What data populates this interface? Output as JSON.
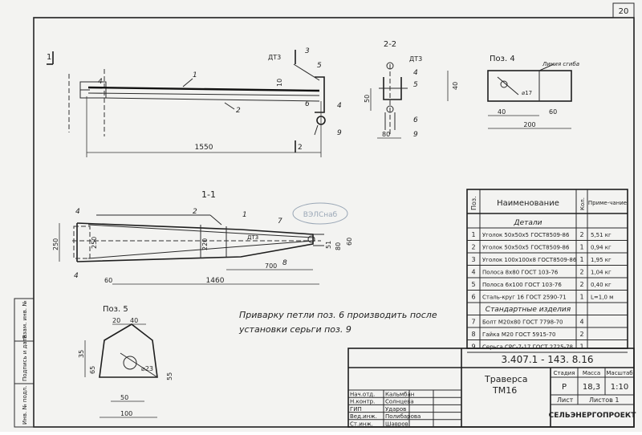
{
  "sheet": {
    "page_number": "20",
    "main_view_label": "1",
    "section_1_1": "1-1",
    "section_2_2": "2-2",
    "pos4_title": "Поз. 4",
    "pos5_title": "Поз. 5",
    "note_line1": "Приварку петли поз. 6 производить после",
    "note_line2": "установки серьги поз. 9",
    "watermark": "ВЭЛСнаб"
  },
  "dims": {
    "main_length": "1550",
    "main_10": "10",
    "main_dt3": "ДТ3",
    "s11_1460": "1460",
    "s11_700": "700",
    "s11_250": "250",
    "s11_220": "220",
    "s11_60": "60",
    "s11_51": "51",
    "s11_80": "80",
    "s22_50": "50",
    "s22_80": "80",
    "s22_dt3": "ДТ3",
    "pos4_200": "200",
    "pos4_40": "40",
    "pos4_60": "60",
    "pos4_hole": "⌀17",
    "pos4_note": "Линия сгиба",
    "pos5_20": "20",
    "pos5_40": "40",
    "pos5_35": "35",
    "pos5_65": "65",
    "pos5_55": "55",
    "pos5_50": "50",
    "pos5_100": "100",
    "pos5_hole": "⌀23"
  },
  "callouts": [
    "1",
    "2",
    "3",
    "4",
    "5",
    "6",
    "7",
    "8",
    "9"
  ],
  "bom": {
    "headers": {
      "pos": "Поз.",
      "name": "Наименование",
      "qty": "Кол.",
      "note": "Приме-чание"
    },
    "section_details": "Детали",
    "section_standard": "Стандартные изделия",
    "rows": [
      {
        "pos": "1",
        "name": "Уголок 50х50х5 ГОСТ8509-86",
        "qty": "2",
        "note": "5,51 кг"
      },
      {
        "pos": "2",
        "name": "Уголок 50х50х5 ГОСТ8509-86",
        "qty": "1",
        "note": "0,94 кг"
      },
      {
        "pos": "3",
        "name": "Уголок 100х100х8 ГОСТ8509-86",
        "qty": "1",
        "note": "1,95 кг"
      },
      {
        "pos": "4",
        "name": "Полоса 8х80 ГОСТ 103-76",
        "qty": "2",
        "note": "1,04 кг"
      },
      {
        "pos": "5",
        "name": "Полоса 6х100 ГОСТ 103-76",
        "qty": "2",
        "note": "0,40 кг"
      },
      {
        "pos": "6",
        "name": "Сталь-круг 16 ГОСТ 2590-71",
        "qty": "1",
        "note": "L=1,0 м"
      }
    ],
    "std_rows": [
      {
        "pos": "7",
        "name": "Болт М20х80 ГОСТ 7798-70",
        "qty": "4",
        "note": ""
      },
      {
        "pos": "8",
        "name": "Гайка М20 ГОСТ 5915-70",
        "qty": "2",
        "note": ""
      },
      {
        "pos": "9",
        "name": "Серьга СРС-7-17 ГОСТ 2725-78",
        "qty": "1",
        "note": ""
      }
    ]
  },
  "title_block": {
    "doc_code": "3.407.1 - 143. 8.16",
    "title_line1": "Траверса",
    "title_line2": "ТМ16",
    "stage_h": "Стадия",
    "mass_h": "Масса",
    "scale_h": "Масштаб",
    "stage": "Р",
    "mass": "18,3",
    "scale": "1:10",
    "sheet_label": "Лист",
    "sheets_label": "Листов 1",
    "org": "СЕЛЬЭНЕРГОПРОЕКТ",
    "roles": [
      {
        "role": "Нач.отд.",
        "name": "Кальмбан"
      },
      {
        "role": "Н.контр.",
        "name": "Солнцева"
      },
      {
        "role": "ГИП",
        "name": "Удаpов"
      },
      {
        "role": "Вед.инж.",
        "name": "Полибарова"
      },
      {
        "role": "Ст.инж.",
        "name": "Шавров"
      }
    ]
  },
  "side_stamp": [
    "Инв. № подл.",
    "Подпись и дата",
    "Взам. инв. №"
  ]
}
